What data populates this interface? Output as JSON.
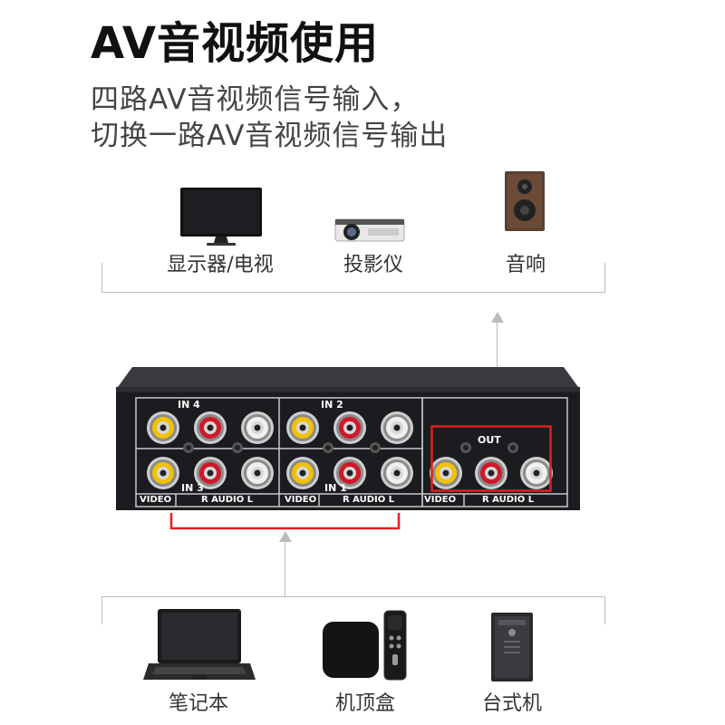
{
  "header": {
    "title": "AV音视频使用",
    "subtitle_line1": "四路AV音视频信号输入，",
    "subtitle_line2": "切换一路AV音视频信号输出"
  },
  "outputs": [
    {
      "label": "显示器/电视",
      "icon": "monitor-icon"
    },
    {
      "label": "投影仪",
      "icon": "projector-icon"
    },
    {
      "label": "音响",
      "icon": "speaker-icon"
    }
  ],
  "inputs": [
    {
      "label": "笔记本",
      "icon": "laptop-icon"
    },
    {
      "label": "机顶盒",
      "icon": "set-top-box-icon"
    },
    {
      "label": "台式机",
      "icon": "desktop-pc-icon"
    }
  ],
  "switcher": {
    "in4": "IN 4",
    "in3": "IN 3",
    "in2": "IN 2",
    "in1": "IN 1",
    "out": "OUT",
    "video": "VIDEO",
    "audio": "R AUDIO L",
    "highlight_color": "#e02020",
    "jack_colors": {
      "video": "#f2c200",
      "right": "#d0182a",
      "left": "#f0f0f0"
    }
  }
}
